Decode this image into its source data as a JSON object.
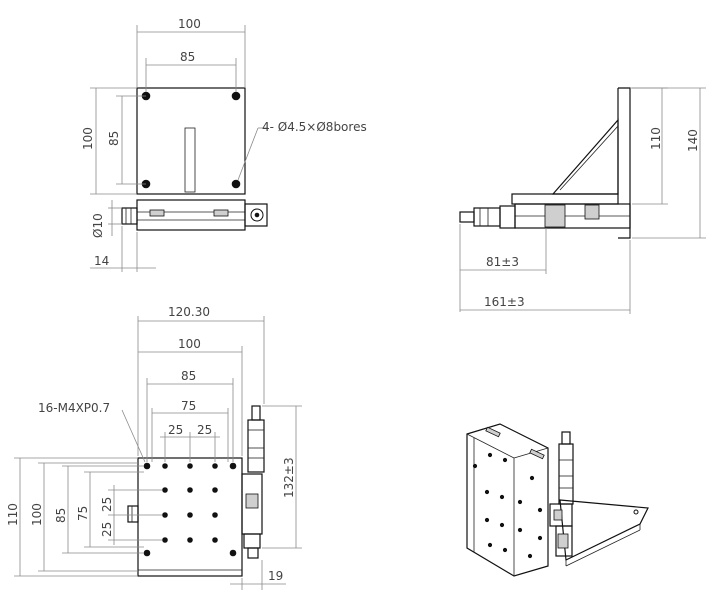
{
  "top_view": {
    "width": "100",
    "hole_spacing_x": "85",
    "height": "100",
    "hole_spacing_y": "85",
    "bores_note": "4- Ø4.5×Ø8bores",
    "micrometer_dia": "Ø10",
    "micrometer_offset": "14"
  },
  "side_view": {
    "height_110": "110",
    "height_140": "140",
    "length_81": "81±3",
    "length_161": "161±3"
  },
  "front_view": {
    "overall_width": "120.30",
    "width_100": "100",
    "spacing_85": "85",
    "spacing_75": "75",
    "pitch_25a": "25",
    "pitch_25b": "25",
    "thread_note": "16-M4XP0.7",
    "left_110": "110",
    "left_100": "100",
    "left_85": "85",
    "left_75": "75",
    "left_25a": "25",
    "left_25b": "25",
    "micrometer_travel": "132±3",
    "offset_19": "19"
  }
}
